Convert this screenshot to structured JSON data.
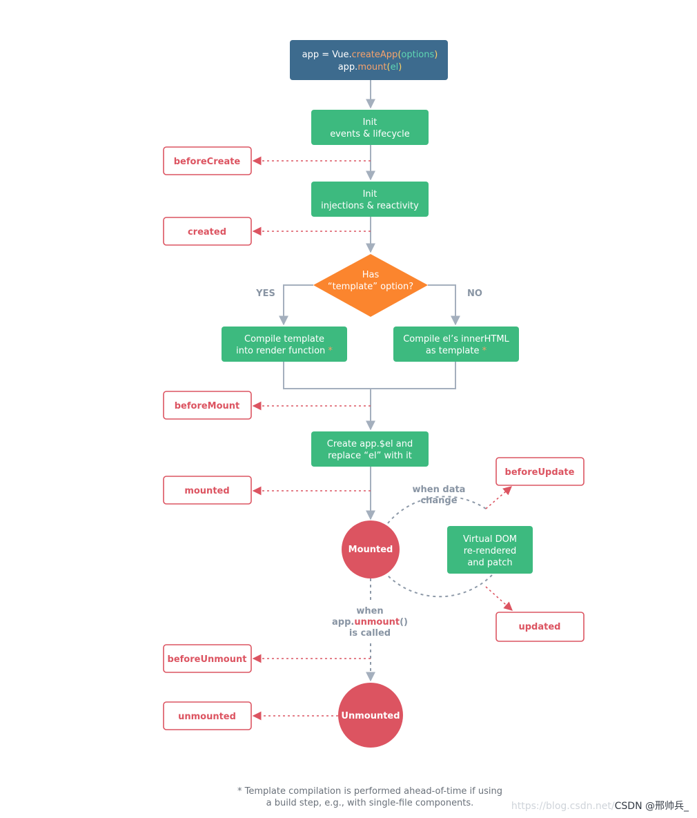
{
  "nodes": {
    "start": {
      "line1": {
        "a": "app = Vue.",
        "b": "createApp",
        "c": "(",
        "d": "options",
        "e": ")"
      },
      "line2": {
        "a": "app.",
        "b": "mount",
        "c": "(",
        "d": "el",
        "e": ")"
      }
    },
    "init_events": {
      "line1": "Init",
      "line2": "events & lifecycle"
    },
    "init_injections": {
      "line1": "Init",
      "line2": "injections & reactivity"
    },
    "decision": {
      "line1": "Has",
      "line2": "“template” option?"
    },
    "compile_template": {
      "line1": "Compile template",
      "line2": "into render function",
      "asterisk": "*"
    },
    "compile_innerhtml": {
      "line1": "Compile el’s innerHTML",
      "line2": "as template",
      "asterisk": "*"
    },
    "create_el": {
      "line1": "Create app.$el and",
      "line2": "replace “el” with it"
    },
    "mounted_circle": "Mounted",
    "virtual_dom": {
      "line1": "Virtual DOM",
      "line2": "re-rendered",
      "line3": "and patch"
    },
    "unmounted_circle": "Unmounted"
  },
  "branch_labels": {
    "yes": "YES",
    "no": "NO"
  },
  "loop_label": {
    "line1": "when data",
    "line2": "change"
  },
  "unmount_label": {
    "line1": "when",
    "line2_a": "app.",
    "line2_b": "unmount",
    "line2_c": "()",
    "line3": "is called"
  },
  "hooks": {
    "before_create": "beforeCreate",
    "created": "created",
    "before_mount": "beforeMount",
    "mounted": "mounted",
    "before_update": "beforeUpdate",
    "updated": "updated",
    "before_unmount": "beforeUnmount",
    "unmounted": "unmounted"
  },
  "footnote": {
    "line1": "* Template compilation is performed ahead-of-time if using",
    "line2": "a build step, e.g., with single-file components."
  },
  "watermark": {
    "url": "https://blog.csdn.net/",
    "brand": "CSDN @邢帅兵_"
  },
  "colors": {
    "start_box": "#3d6b8e",
    "green_box": "#3dba7f",
    "decision": "#fb852e",
    "hook_red": "#dc5461",
    "edge_gray": "#a4afbd"
  }
}
